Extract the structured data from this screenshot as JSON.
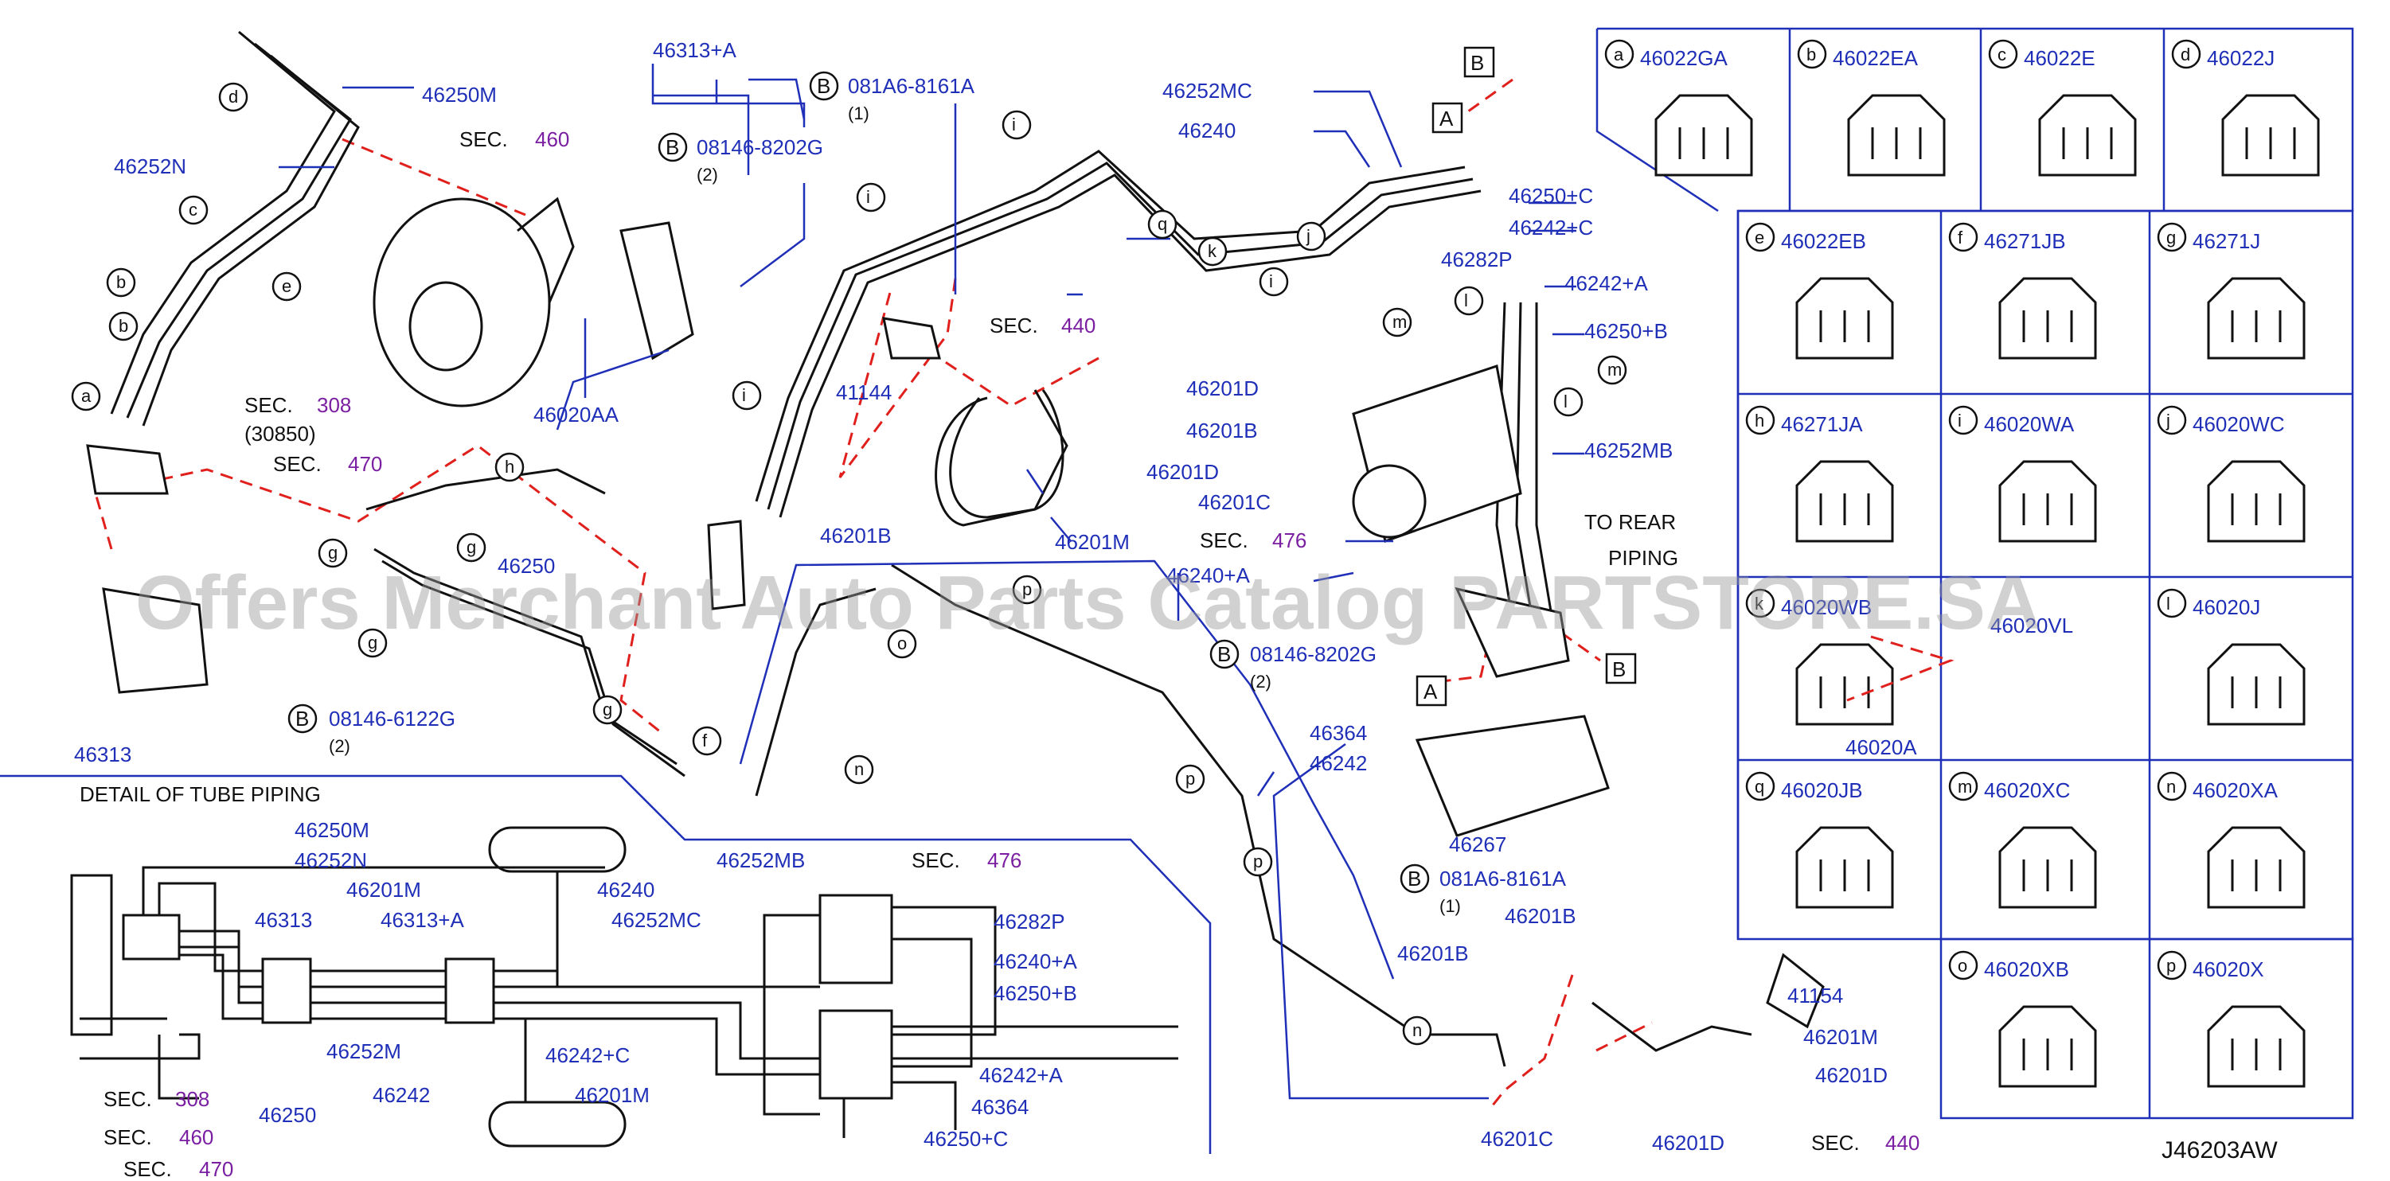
{
  "watermark": "Offers Merchant Auto Parts Catalog PARTSTORE.SA",
  "diagram_code": "J46203AW",
  "detail_title": "DETAIL OF TUBE PIPING",
  "to_rear": [
    "TO REAR",
    "PIPING"
  ],
  "sec_prefix": "SEC.",
  "sections": {
    "s460": "460",
    "s308": "308",
    "s470": "470",
    "s476": "476",
    "s440": "440",
    "sub308": "(30850)"
  },
  "bolts": {
    "b1": {
      "letter": "B",
      "code": "081A6-8161A",
      "qty": "(1)"
    },
    "b2": {
      "letter": "B",
      "code": "08146-8202G",
      "qty": "(2)"
    },
    "b3": {
      "letter": "B",
      "code": "08146-6122G",
      "qty": "(2)"
    },
    "b4": {
      "letter": "B",
      "code": "08146-8202G",
      "qty": "(2)"
    },
    "b5": {
      "letter": "B",
      "code": "081A6-8161A",
      "qty": "(1)"
    }
  },
  "labels": {
    "p46313a": "46313+A",
    "p46250m": "46250M",
    "p46252n": "46252N",
    "p46020aa": "46020AA",
    "p46313": "46313",
    "p46250": "46250",
    "p41144": "41144",
    "p46201b1": "46201B",
    "p46201d1": "46201D",
    "p46201b2": "46201B",
    "p46201d2": "46201D",
    "p46201c1": "46201C",
    "p46201m1": "46201M",
    "p46252mc": "46252MC",
    "p46240": "46240",
    "p46250c": "46250+C",
    "p46242c": "46242+C",
    "p46282p": "46282P",
    "p46242a": "46242+A",
    "p46250b": "46250+B",
    "p46252mb": "46252MB",
    "p46240a": "46240+A",
    "p46364": "46364",
    "p46242": "46242",
    "p46267": "46267",
    "p46201b3": "46201B",
    "p46201b4": "46201B",
    "p41154": "41154",
    "p46201m2": "46201M",
    "p46201d3": "46201D",
    "p46201c2": "46201C",
    "p46201d4": "46201D"
  },
  "detail_labels": {
    "d46250m": "46250M",
    "d46252n": "46252N",
    "d46201m": "46201M",
    "d46240": "46240",
    "d46313": "46313",
    "d46313a": "46313+A",
    "d46252mc": "46252MC",
    "d46252mb": "46252MB",
    "d46282p": "46282P",
    "d46240a": "46240+A",
    "d46250b": "46250+B",
    "d46252m": "46252M",
    "d46250": "46250",
    "d46242": "46242",
    "d46242c": "46242+C",
    "d46201m2": "46201M",
    "d46242a": "46242+A",
    "d46364": "46364",
    "d46250c": "46250+C"
  },
  "callouts": {
    "lt1": "a",
    "lt2": "b",
    "lt3": "b",
    "lt4": "c",
    "lt5": "d",
    "lt6": "e",
    "lt7": "g",
    "lt8": "g",
    "lt9": "g",
    "lt10": "h",
    "lt11": "g",
    "lt12": "f",
    "lt13": "i",
    "lt14": "i",
    "lt15": "i",
    "lt16": "q",
    "lt17": "k",
    "lt18": "i",
    "lt19": "j",
    "lt20": "l",
    "lt21": "m",
    "lt22": "m",
    "lt23": "l",
    "lt24": "p",
    "lt25": "o",
    "lt26": "n",
    "lt27": "p",
    "lt28": "p",
    "lt29": "n"
  },
  "ref_boxes": {
    "ra": "A",
    "rb": "B",
    "ra2": "A",
    "rb2": "B"
  },
  "clips": [
    {
      "letter": "a",
      "part": "46022GA"
    },
    {
      "letter": "b",
      "part": "46022EA"
    },
    {
      "letter": "c",
      "part": "46022E"
    },
    {
      "letter": "d",
      "part": "46022J"
    },
    {
      "letter": "e",
      "part": "46022EB"
    },
    {
      "letter": "f",
      "part": "46271JB"
    },
    {
      "letter": "g",
      "part": "46271J"
    },
    {
      "letter": "h",
      "part": "46271JA"
    },
    {
      "letter": "i",
      "part": "46020WA"
    },
    {
      "letter": "j",
      "part": "46020WC"
    },
    {
      "letter": "k",
      "part": "46020WB"
    },
    {
      "letter": "l",
      "part": "46020J"
    },
    {
      "letter": "q",
      "part": "46020JB"
    },
    {
      "letter": "m",
      "part": "46020XC"
    },
    {
      "letter": "n",
      "part": "46020XA"
    },
    {
      "letter": "o",
      "part": "46020XB"
    },
    {
      "letter": "p",
      "part": "46020X"
    }
  ],
  "clip_extra": {
    "vl": "46020VL",
    "a2": "46020A"
  },
  "colors": {
    "label": "#1f2fb8",
    "section": "#7b1fa2",
    "dash": "#e0201c",
    "ink": "#111111"
  }
}
